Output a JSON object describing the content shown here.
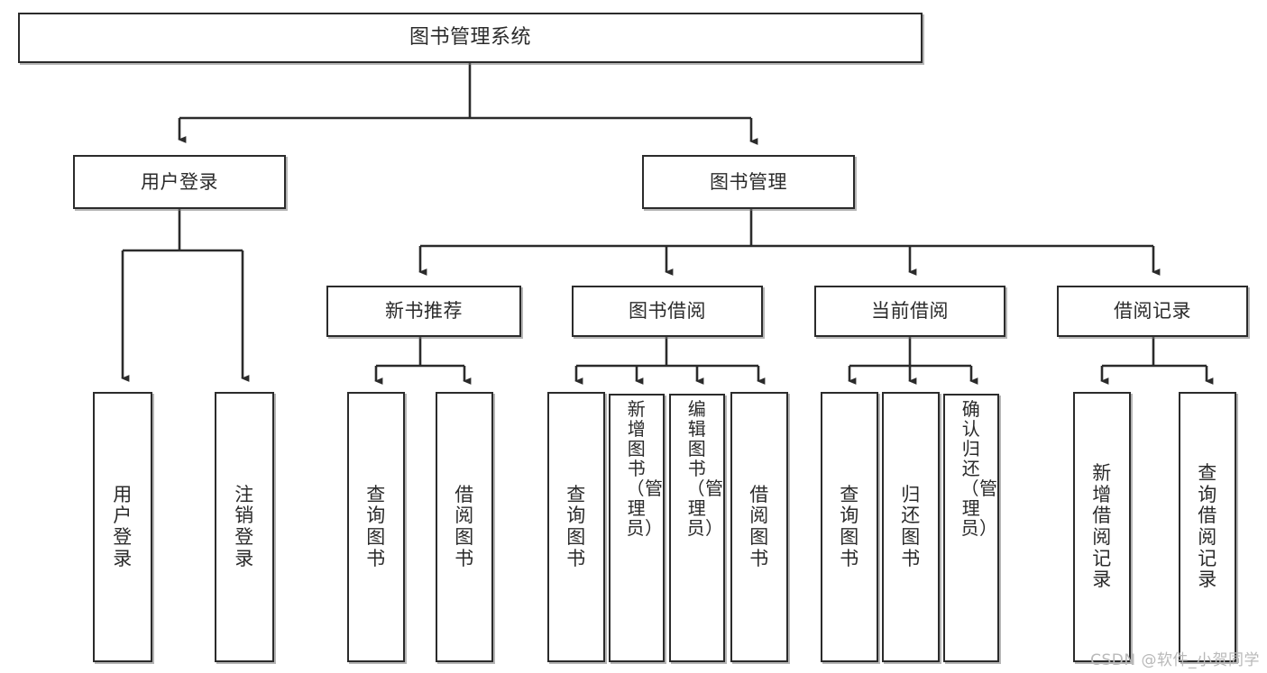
{
  "diagram": {
    "type": "tree",
    "title": "图书管理系统",
    "orientation": "top-down",
    "colors": {
      "box_border": "#2b2b2b",
      "box_fill": "#ffffff",
      "connector": "#2b2b2b",
      "background": "#ffffff",
      "watermark": "#b9b9b9"
    }
  },
  "nodes": {
    "root": {
      "label": "图书管理系统"
    },
    "level2": [
      {
        "id": "user-login",
        "label": "用户登录"
      },
      {
        "id": "book-manage",
        "label": "图书管理"
      }
    ],
    "level3": [
      {
        "id": "new-book-recommend",
        "label": "新书推荐"
      },
      {
        "id": "book-borrow",
        "label": "图书借阅"
      },
      {
        "id": "current-borrow",
        "label": "当前借阅"
      },
      {
        "id": "borrow-record",
        "label": "借阅记录"
      }
    ],
    "leaves": {
      "user_login": [
        {
          "id": "leaf-user-login",
          "label": "用户登录"
        },
        {
          "id": "leaf-logout-login",
          "label": "注销登录"
        }
      ],
      "new_book_recommend": [
        {
          "id": "leaf-query-book-1",
          "label": "查询图书"
        },
        {
          "id": "leaf-borrow-book-1",
          "label": "借阅图书"
        }
      ],
      "book_borrow": [
        {
          "id": "leaf-query-book-2",
          "label": "查询图书"
        },
        {
          "id": "leaf-add-book",
          "label": "新增图书（管理员）"
        },
        {
          "id": "leaf-edit-book",
          "label": "编辑图书（管理员）"
        },
        {
          "id": "leaf-borrow-book-2",
          "label": "借阅图书"
        }
      ],
      "current_borrow": [
        {
          "id": "leaf-query-book-3",
          "label": "查询图书"
        },
        {
          "id": "leaf-return-book",
          "label": "归还图书"
        },
        {
          "id": "leaf-confirm-return",
          "label": "确认归还（管理员）"
        }
      ],
      "borrow_record": [
        {
          "id": "leaf-add-record",
          "label": "新增借阅记录"
        },
        {
          "id": "leaf-query-record",
          "label": "查询借阅记录"
        }
      ]
    }
  },
  "watermark": {
    "text": "CSDN @软件_小贺同学"
  }
}
